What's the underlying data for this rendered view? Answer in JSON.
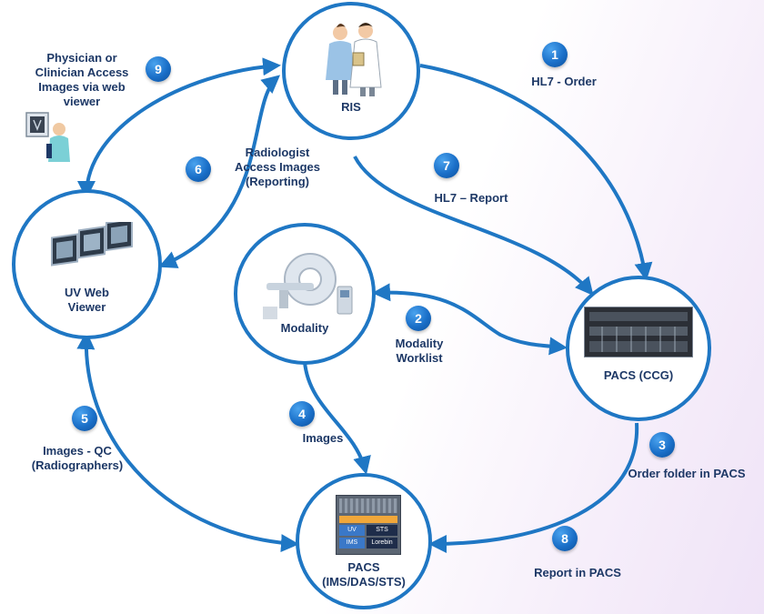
{
  "nodes": {
    "ris": "RIS",
    "modality": "Modality",
    "uv_viewer": "UV Web\nViewer",
    "pacs_ccg": "PACS (CCG)",
    "pacs_ims": "PACS\n(IMS/DAS/STS)"
  },
  "server_panel": {
    "row1_left": "UV",
    "row1_right": "STS",
    "row2_left": "IMS",
    "row2_right": "Lorebin"
  },
  "steps": [
    {
      "num": "1",
      "label": "HL7 - Order"
    },
    {
      "num": "2",
      "label": "Modality\nWorklist"
    },
    {
      "num": "3",
      "label": "Order folder in PACS"
    },
    {
      "num": "4",
      "label": "Images"
    },
    {
      "num": "5",
      "label": "Images - QC\n(Radiographers)"
    },
    {
      "num": "6",
      "label": "Radiologist\nAccess Images\n(Reporting)"
    },
    {
      "num": "7",
      "label": "HL7 – Report"
    },
    {
      "num": "8",
      "label": "Report in PACS"
    },
    {
      "num": "9",
      "label": "Physician or\nClinician Access\nImages via web\nviewer"
    }
  ],
  "colors": {
    "node_border": "#1f77c4",
    "arrow": "#1f77c4",
    "label_text": "#1d3866",
    "badge": "#1a6fc8"
  }
}
